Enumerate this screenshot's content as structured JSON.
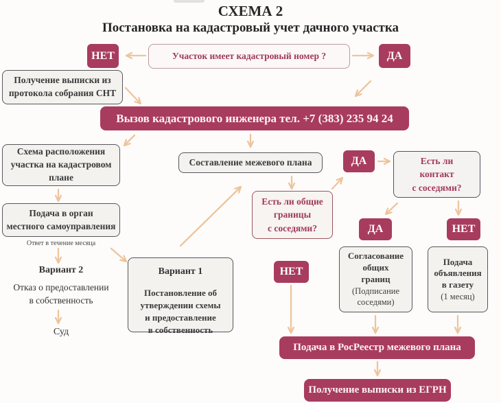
{
  "page": {
    "title": "СХЕМА 2",
    "subtitle": "Постановка на кадастровый учет дачного участка"
  },
  "colors": {
    "accent_red": "#a83c5e",
    "question_text_red": "#a13a58",
    "arrow_tan": "#eec49c",
    "gray_box_bg": "#f3f2ef",
    "gray_box_border": "#55565a"
  },
  "nodes": {
    "question_number": "Участок имеет кадастровый номер ?",
    "no_top": "НЕТ",
    "yes_top": "ДА",
    "extract_snt": "Получение выписки из\nпротокола собрания СНТ",
    "call_engineer": "Вызов кадастрового инженера тел. +7 (383) 235 94 24",
    "scheme_location": "Схема расположения\nучастка на кадастровом\nплане",
    "submit_local": "Подача в орган\nместного самоуправления",
    "answer_note": "Ответ в течение месяца",
    "variant2_title": "Вариант 2",
    "refusal": "Отказ о предоставлении\nв собственность",
    "court": "Суд",
    "boundary_plan": "Составление межевого плана",
    "variant1_title": "Вариант 1",
    "variant1_body": "Постановление об\nутверждении схемы\nи предоставление\nв собственность",
    "question_borders": "Есть ли общие\nграницы\nс соседями?",
    "yes_mid": "ДА",
    "question_contact": "Есть ли\nконтакт\nс соседями?",
    "yes_contact": "ДА",
    "no_contact": "НЕТ",
    "no_borders": "НЕТ",
    "agreement_title": "Согласование\nобщих\nграниц",
    "agreement_note": "(Подписание\nсоседями)",
    "newspaper_title": "Подача\nобъявления\nв газету",
    "newspaper_note": "(1 месяц)",
    "submit_rosreestr": "Подача в РосРеестр межевого плана",
    "get_egrn": "Получение выписки из ЕГРН"
  }
}
